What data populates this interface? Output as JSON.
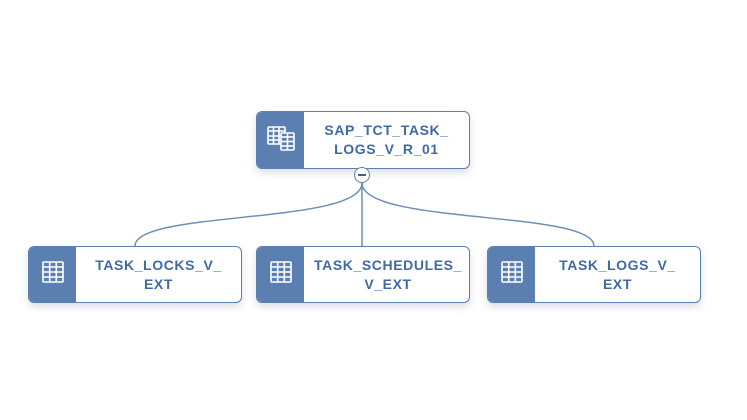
{
  "diagram": {
    "root": {
      "label": "SAP_TCT_TASK_\nLOGS_V_R_01",
      "icon": "multi-table-icon",
      "collapse_toggle": "minus-icon"
    },
    "children": [
      {
        "label": "TASK_LOCKS_V_\nEXT",
        "icon": "table-icon"
      },
      {
        "label": "TASK_SCHEDULES_\nV_EXT",
        "icon": "table-icon"
      },
      {
        "label": "TASK_LOGS_V_\nEXT",
        "icon": "table-icon"
      }
    ],
    "colors": {
      "accent": "#5b7fb0",
      "text": "#3f6aa3",
      "connector": "#6f8fb5",
      "background": "#ffffff"
    }
  }
}
